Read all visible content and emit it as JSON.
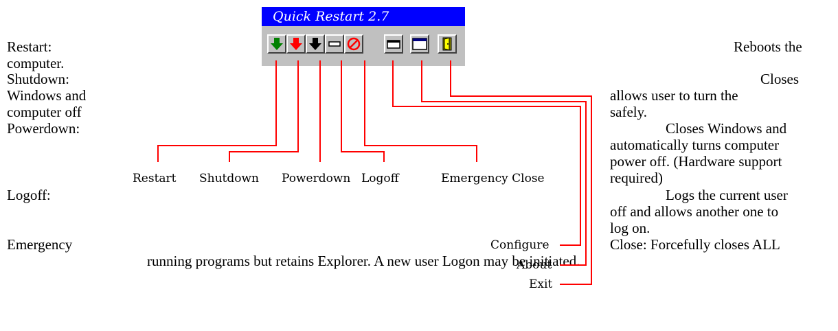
{
  "window": {
    "title": "Quick Restart 2.7"
  },
  "toolbar": {
    "buttons": [
      {
        "name": "restart",
        "icon": "green-down-arrow-icon",
        "color": "#008000"
      },
      {
        "name": "shutdown",
        "icon": "red-down-arrow-icon",
        "color": "#ff0000"
      },
      {
        "name": "powerdown",
        "icon": "black-down-arrow-icon",
        "color": "#000000"
      },
      {
        "name": "logoff",
        "icon": "dash-icon",
        "color": "#000000"
      },
      {
        "name": "emergency-close",
        "icon": "no-entry-icon",
        "color": "#ff0000"
      },
      {
        "name": "configure",
        "icon": "window-small-icon",
        "color": "#000000"
      },
      {
        "name": "about",
        "icon": "window-large-icon",
        "color": "#000000"
      },
      {
        "name": "exit",
        "icon": "door-icon",
        "color": "#ffff00"
      }
    ]
  },
  "callouts": {
    "restart": "Restart",
    "shutdown": "Shutdown",
    "powerdown": "Powerdown",
    "logoff": "Logoff",
    "emergency": "Emergency Close",
    "configure": "Configure",
    "about": "About",
    "exit": "Exit"
  },
  "descriptions": {
    "restart_term": "Restart:",
    "restart_desc1": "Reboots the",
    "restart_desc2": "computer.",
    "shutdown_term": "Shutdown:",
    "shutdown_desc1": "Closes",
    "shutdown_desc2": "Windows and",
    "shutdown_desc3": "allows user to turn the",
    "shutdown_desc4": "computer off",
    "shutdown_desc5": "safely.",
    "powerdown_term": "Powerdown:",
    "powerdown_desc1": "Closes Windows and",
    "powerdown_desc2": "automatically turns computer",
    "powerdown_desc3": "power off. (Hardware support",
    "powerdown_desc4": "required)",
    "logoff_term": "Logoff:",
    "logoff_desc1": "Logs the current user",
    "logoff_desc2": "off and allows another one to",
    "logoff_desc3": "log on.",
    "emergency_term": "Emergency",
    "emergency_desc1": "Close: Forcefully closes ALL",
    "emergency_desc2": "running programs but retains Explorer. A new user Logon may be initiated."
  },
  "colors": {
    "title_bar": "#0000ff",
    "toolbar": "#c0c0c0",
    "callout_line": "#ff0000"
  }
}
